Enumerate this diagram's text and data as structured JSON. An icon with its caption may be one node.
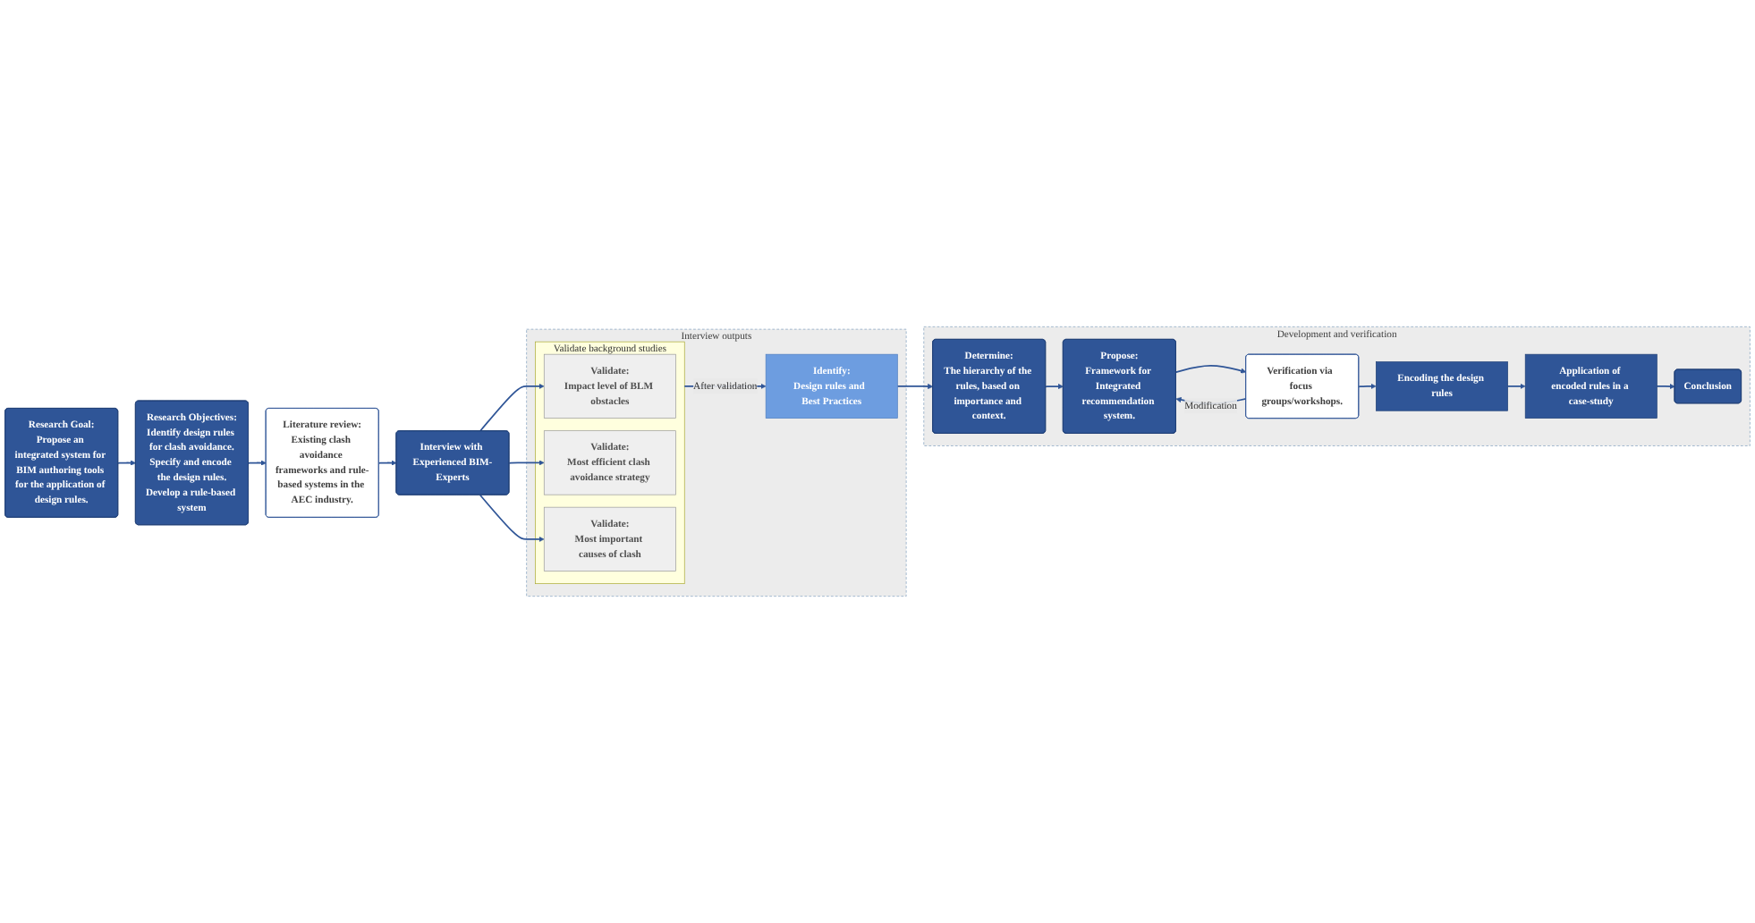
{
  "diagram": {
    "nodes": [
      {
        "text": [
          "Research Goal:",
          "Propose an integrated system for BIM authoring tools for the application of design rules."
        ]
      },
      {
        "text": [
          "Research Objectives:",
          "Identify design rules for clash avoidance.",
          "Specify and encode the design rules.",
          "Develop a rule-based system"
        ]
      },
      {
        "text": [
          "Literature review:",
          "Existing clash avoidance frameworks and rule-based systems in the AEC industry."
        ]
      },
      {
        "text": [
          "Interview outputs"
        ]
      },
      {
        "text": [
          "Identify:",
          "Design rules and  Best Practices"
        ],
        "in": 3
      },
      {
        "text": [
          "Validate background studies"
        ],
        "in": 3
      },
      {
        "text": [
          "Validate:",
          "Impact level of BLM obstacles"
        ],
        "in": 5
      },
      {
        "text": [
          "Validate:",
          "Most efficient clash avoidance strategy"
        ],
        "in": 5
      },
      {
        "text": [
          "Validate:",
          "Most important causes of clash"
        ],
        "in": 5
      },
      {
        "text": [
          "Interview with Experienced BIM-Experts"
        ]
      },
      {
        "text": [
          "Development and verification"
        ]
      },
      {
        "text": [
          "Determine:",
          "The hierarchy of the rules, based on importance and context."
        ],
        "in": 10
      },
      {
        "text": [
          "Propose:",
          "Framework for Integrated recommendation system."
        ],
        "in": 10
      },
      {
        "text": [
          "Verification via  focus groups/workshops."
        ],
        "in": 10
      },
      {
        "text": [
          "Encoding the design rules"
        ],
        "in": 10
      },
      {
        "text": [
          "Application of encoded rules in a case-study"
        ],
        "in": 10
      },
      {
        "text": [
          "Conclusion"
        ],
        "in": 10
      }
    ],
    "edges": [
      {
        "from": 0,
        "to": 1,
        "arrow": "to"
      },
      {
        "from": 1,
        "to": 2,
        "arrow": "to"
      },
      {
        "from": 2,
        "to": 9,
        "arrow": "to"
      },
      {
        "from": 9,
        "to": 6,
        "arrow": "to"
      },
      {
        "from": 9,
        "to": 7,
        "arrow": "to"
      },
      {
        "from": 9,
        "to": 8,
        "arrow": "to"
      },
      {
        "from": 5,
        "to": 4,
        "arrow": "to",
        "label": "After validation"
      },
      {
        "from": 4,
        "to": 11,
        "arrow": "to"
      },
      {
        "from": 11,
        "to": 12,
        "arrow": "to"
      },
      {
        "from": 12,
        "to": 13,
        "arrow": "to"
      },
      {
        "from": 13,
        "to": 12,
        "arrow": "to",
        "label": "Modification"
      },
      {
        "from": 13,
        "to": 14,
        "arrow": "to"
      },
      {
        "from": 14,
        "to": 15,
        "arrow": "to"
      },
      {
        "from": 15,
        "to": 16,
        "arrow": "to"
      }
    ]
  }
}
